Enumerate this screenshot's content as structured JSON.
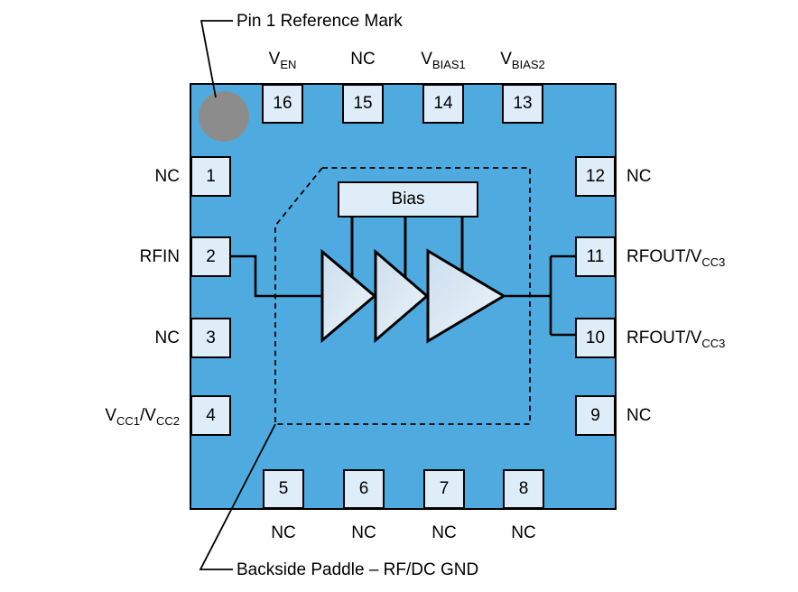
{
  "figure": {
    "type": "ic-package-pinout",
    "annotations": {
      "pin1_reference": "Pin 1 Reference Mark",
      "backside_paddle": "Backside Paddle – RF/DC GND"
    },
    "bias_block": {
      "label": "Bias"
    },
    "amplifier_stages": 3,
    "colors": {
      "body": "#4FABDF",
      "pin_fill": "#DFEDF8",
      "reference_mark": "#8C8C8C",
      "outline": "#000000",
      "triangle_gradient_start": "#CCDEED",
      "triangle_gradient_end": "#EDF4FA"
    },
    "pins": {
      "top": [
        {
          "num": "16",
          "label": [
            "V",
            "EN"
          ]
        },
        {
          "num": "15",
          "label": [
            "NC"
          ]
        },
        {
          "num": "14",
          "label": [
            "V",
            "BIAS1"
          ]
        },
        {
          "num": "13",
          "label": [
            "V",
            "BIAS2"
          ]
        }
      ],
      "left": [
        {
          "num": "1",
          "label": [
            "NC"
          ]
        },
        {
          "num": "2",
          "label": [
            "RFIN"
          ]
        },
        {
          "num": "3",
          "label": [
            "NC"
          ]
        },
        {
          "num": "4",
          "label": [
            "V",
            "CC1",
            "/V",
            "CC2"
          ]
        }
      ],
      "right": [
        {
          "num": "12",
          "label": [
            "NC"
          ]
        },
        {
          "num": "11",
          "label": [
            "RFOUT/V",
            "CC3"
          ]
        },
        {
          "num": "10",
          "label": [
            "RFOUT/V",
            "CC3"
          ]
        },
        {
          "num": "9",
          "label": [
            "NC"
          ]
        }
      ],
      "bottom": [
        {
          "num": "5",
          "label": [
            "NC"
          ]
        },
        {
          "num": "6",
          "label": [
            "NC"
          ]
        },
        {
          "num": "7",
          "label": [
            "NC"
          ]
        },
        {
          "num": "8",
          "label": [
            "NC"
          ]
        }
      ]
    }
  }
}
